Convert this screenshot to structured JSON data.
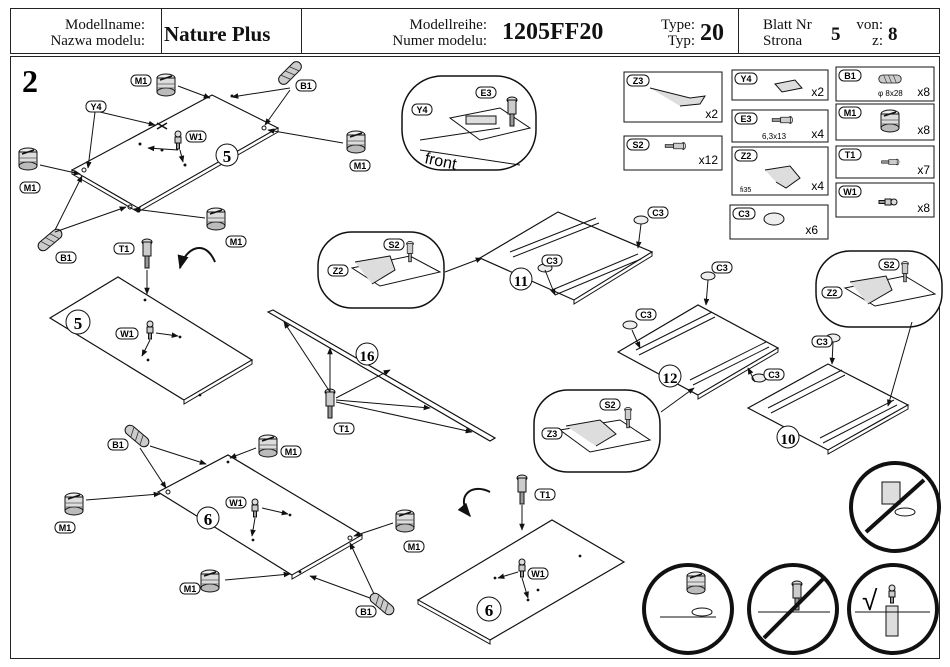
{
  "header": {
    "model_name_label_de": "Modellname:",
    "model_name_label_pl": "Nazwa modelu:",
    "model_name": "Nature Plus",
    "series_label_de": "Modellreihe:",
    "series_label_pl": "Numer modelu:",
    "series": "1205FF20",
    "type_label_de": "Type:",
    "type_label_pl": "Typ:",
    "type_value": "20",
    "sheet_label_de": "Blatt Nr",
    "sheet_label_pl": "Strona",
    "sheet_value": "5",
    "of_label_de": "von:",
    "of_label_pl": "z:",
    "of_value": "8"
  },
  "step_number": "2",
  "front_label": "front",
  "parts": [
    {
      "code": "Z3",
      "qty": "x2",
      "size": ""
    },
    {
      "code": "Y4",
      "qty": "x2",
      "size": ""
    },
    {
      "code": "B1",
      "qty": "x8",
      "size": "φ 8x28"
    },
    {
      "code": "S2",
      "qty": "x12",
      "size": ""
    },
    {
      "code": "E3",
      "qty": "x4",
      "size": "6,3x13"
    },
    {
      "code": "M1",
      "qty": "x8",
      "size": ""
    },
    {
      "code": "Z2",
      "qty": "x4",
      "size": "fi35"
    },
    {
      "code": "T1",
      "qty": "x7",
      "size": ""
    },
    {
      "code": "W1",
      "qty": "x8",
      "size": ""
    },
    {
      "code": "C3",
      "qty": "x6",
      "size": ""
    }
  ],
  "panels": {
    "p5": "5",
    "p6": "6",
    "p16": "16",
    "p11": "11",
    "p12": "12",
    "p10": "10"
  },
  "labels": {
    "M1": "M1",
    "B1": "B1",
    "Y4": "Y4",
    "W1": "W1",
    "T1": "T1",
    "E3": "E3",
    "S2": "S2",
    "Z2": "Z2",
    "Z3": "Z3",
    "C3": "C3"
  },
  "check_mark": "√"
}
